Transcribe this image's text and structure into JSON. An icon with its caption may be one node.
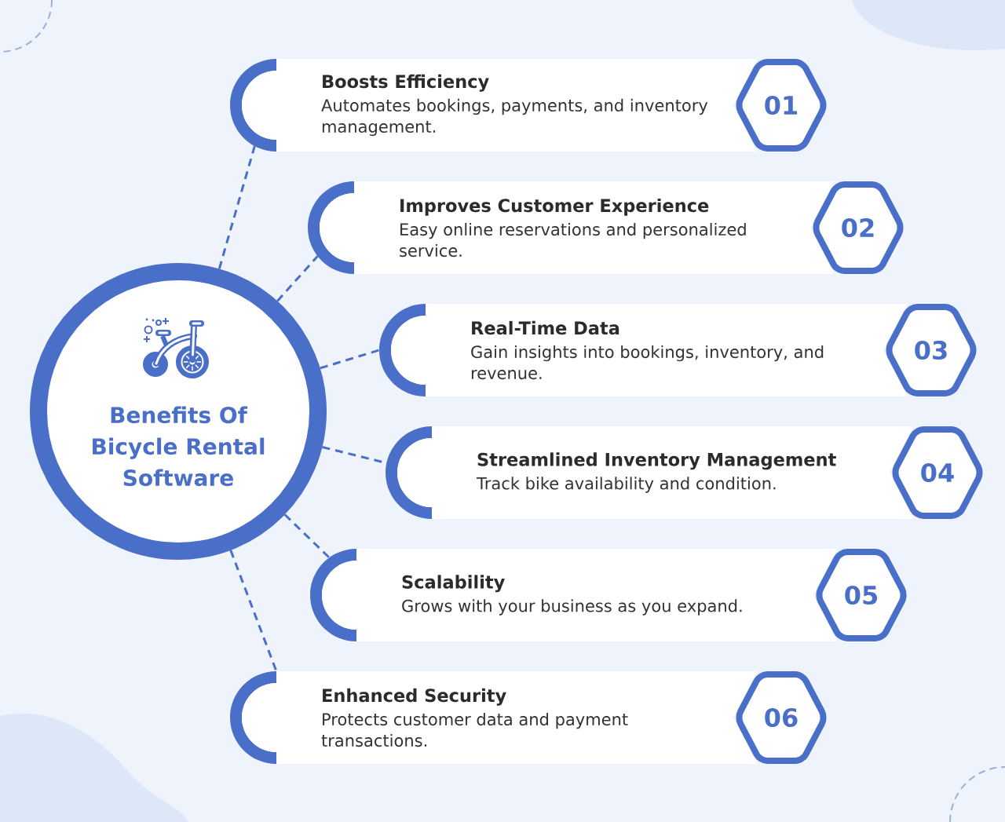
{
  "diagram": {
    "nodes": [
      {
        "text": [
          "Benefits Of Bicycle Rental Software"
        ]
      },
      {
        "text": [
          "Boosts Efficiency",
          "Automates bookings, payments, and inventory management."
        ]
      },
      {
        "text": [
          "01"
        ]
      },
      {
        "text": [
          "Improves Customer Experience",
          "Easy online reservations and personalized service."
        ]
      },
      {
        "text": [
          "02"
        ]
      },
      {
        "text": [
          "Real-Time Data",
          "Gain insights into bookings, inventory, and revenue."
        ]
      },
      {
        "text": [
          "03"
        ]
      },
      {
        "text": [
          "Streamlined Inventory Management",
          "Track bike availability and condition."
        ]
      },
      {
        "text": [
          "04"
        ]
      },
      {
        "text": [
          "Scalability",
          "Grows with your business as you expand."
        ]
      },
      {
        "text": [
          "05"
        ]
      },
      {
        "text": [
          "Enhanced Security",
          "Protects customer data and payment transactions."
        ]
      },
      {
        "text": [
          "06"
        ]
      }
    ],
    "edges": [
      {
        "from": 0,
        "to": 1,
        "arrow": "none",
        "style": "dashed"
      },
      {
        "from": 0,
        "to": 3,
        "arrow": "none",
        "style": "dashed"
      },
      {
        "from": 0,
        "to": 5,
        "arrow": "none",
        "style": "dashed"
      },
      {
        "from": 0,
        "to": 7,
        "arrow": "none",
        "style": "dashed"
      },
      {
        "from": 0,
        "to": 9,
        "arrow": "none",
        "style": "dashed"
      },
      {
        "from": 0,
        "to": 11,
        "arrow": "none",
        "style": "dashed"
      }
    ]
  }
}
